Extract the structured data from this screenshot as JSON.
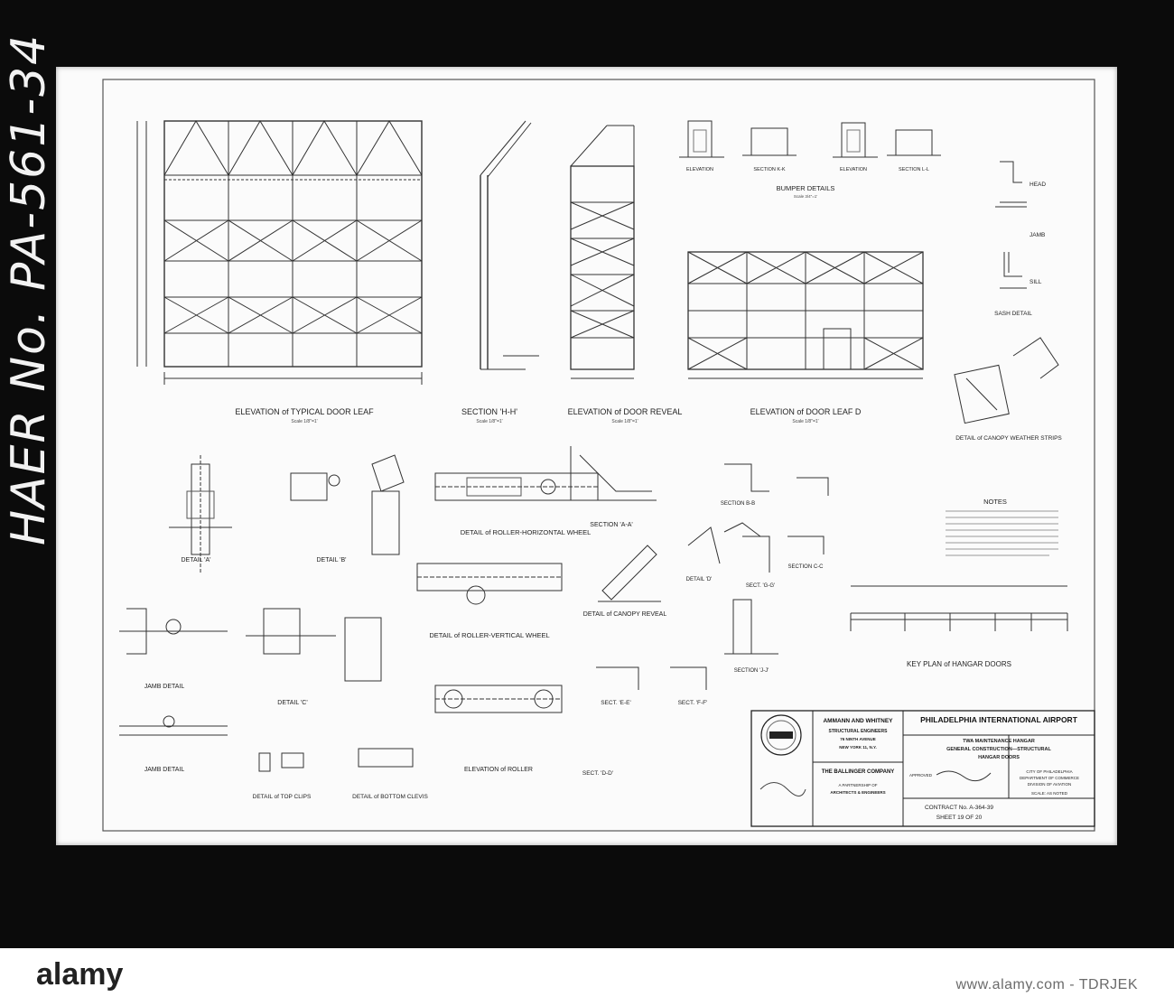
{
  "stamp": "HAER No. PA-561-34",
  "views": {
    "door_leaf": "ELEVATION of TYPICAL DOOR LEAF",
    "door_leaf_scale": "Scale 1/8\"=1'",
    "section_hh": "SECTION 'H-H'",
    "section_hh_scale": "Scale 1/8\"=1'",
    "reveal": "ELEVATION of DOOR REVEAL",
    "reveal_scale": "Scale 1/8\"=1'",
    "leaf_d": "ELEVATION of DOOR LEAF D",
    "leaf_d_scale": "Scale 1/8\"=1'",
    "bumper": "BUMPER DETAILS",
    "bumper_scale": "Scale 3/4\"=1'",
    "bumper_elev": "ELEVATION",
    "bumper_sec_k": "SECTION K-K",
    "bumper_elev2": "ELEVATION",
    "bumper_sec_l": "SECTION L-L",
    "head": "HEAD",
    "jamb": "JAMB",
    "sill": "SILL",
    "sash": "SASH DETAIL",
    "canopy_strips": "DETAIL of CANOPY WEATHER STRIPS",
    "detail_a": "DETAIL 'A'",
    "detail_b": "DETAIL 'B'",
    "roller_h": "DETAIL of ROLLER-HORIZONTAL WHEEL",
    "section_aa": "SECTION 'A-A'",
    "section_bb": "SECTION B-B",
    "section_cc": "SECTION C-C",
    "notes": "NOTES",
    "jamb_detail": "JAMB DETAIL",
    "detail_c": "DETAIL 'C'",
    "roller_v": "DETAIL of ROLLER-VERTICAL WHEEL",
    "canopy_reveal": "DETAIL of CANOPY REVEAL",
    "detail_d": "DETAIL 'D'",
    "sect_gg": "SECT. 'G-G'",
    "section_jj": "SECTION 'J-J'",
    "key_plan": "KEY PLAN of HANGAR DOORS",
    "sect_ee": "SECT. 'E-E'",
    "sect_ff": "SECT. 'F-F'",
    "jamb_detail2": "JAMB DETAIL",
    "top_clips": "DETAIL of TOP CLIPS",
    "bottom_clevis": "DETAIL of BOTTOM CLEVIS",
    "elev_roller": "ELEVATION of ROLLER",
    "sect_dd": "SECT. 'D-D'"
  },
  "title_block": {
    "firm1": "AMMANN AND WHITNEY",
    "firm1_role": "STRUCTURAL ENGINEERS",
    "firm1_addr1": "76 NINTH AVENUE",
    "firm1_addr2": "NEW YORK 11, N.Y.",
    "firm2": "THE BALLINGER COMPANY",
    "firm2_role1": "A PARTNERSHIP OF",
    "firm2_role2": "ARCHITECTS & ENGINEERS",
    "project": "PHILADELPHIA INTERNATIONAL AIRPORT",
    "line1": "TWA MAINTENANCE HANGAR",
    "line2": "GENERAL CONSTRUCTION—STRUCTURAL",
    "line3": "HANGAR DOORS",
    "approved": "APPROVED",
    "city1": "CITY OF PHILADELPHIA",
    "city2": "DEPARTMENT OF COMMERCE",
    "city3": "DIVISION OF AVIATION",
    "scale": "SCALE: AS NOTED",
    "contract": "CONTRACT No. A-364-39",
    "sheet": "SHEET 19 OF 20"
  },
  "footer": {
    "brand": "alamy",
    "image_id": "www.alamy.com - TDRJEK"
  }
}
